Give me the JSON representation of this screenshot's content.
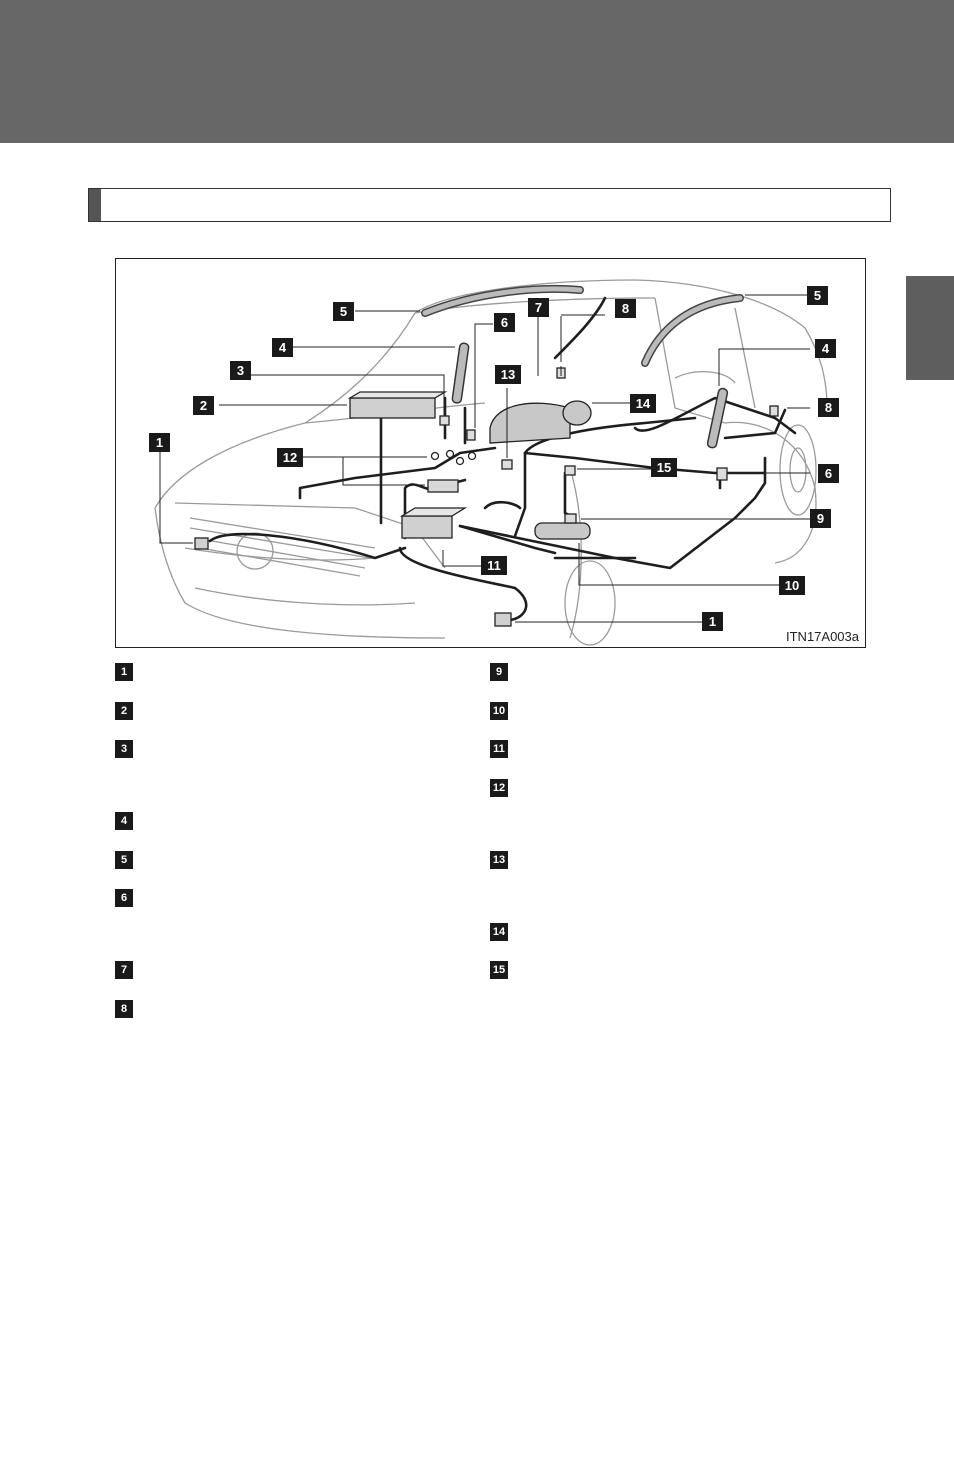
{
  "section": {
    "title": ""
  },
  "figure": {
    "image_code": "ITN17A003a",
    "callouts": [
      "1",
      "2",
      "3",
      "4",
      "5",
      "6",
      "7",
      "8",
      "9",
      "10",
      "11",
      "12",
      "13",
      "14",
      "15"
    ]
  },
  "legend": {
    "left": [
      {
        "num": "1",
        "text": ""
      },
      {
        "num": "2",
        "text": ""
      },
      {
        "num": "3",
        "text": ""
      },
      {
        "num": "4",
        "text": ""
      },
      {
        "num": "5",
        "text": ""
      },
      {
        "num": "6",
        "text": ""
      },
      {
        "num": "7",
        "text": ""
      },
      {
        "num": "8",
        "text": ""
      }
    ],
    "right": [
      {
        "num": "9",
        "text": ""
      },
      {
        "num": "10",
        "text": ""
      },
      {
        "num": "11",
        "text": ""
      },
      {
        "num": "12",
        "text": ""
      },
      {
        "num": "13",
        "text": ""
      },
      {
        "num": "14",
        "text": ""
      },
      {
        "num": "15",
        "text": ""
      }
    ]
  },
  "colors": {
    "top_band": "#676767",
    "side_tab": "#5e5e5e",
    "badge": "#1a1a1a"
  }
}
